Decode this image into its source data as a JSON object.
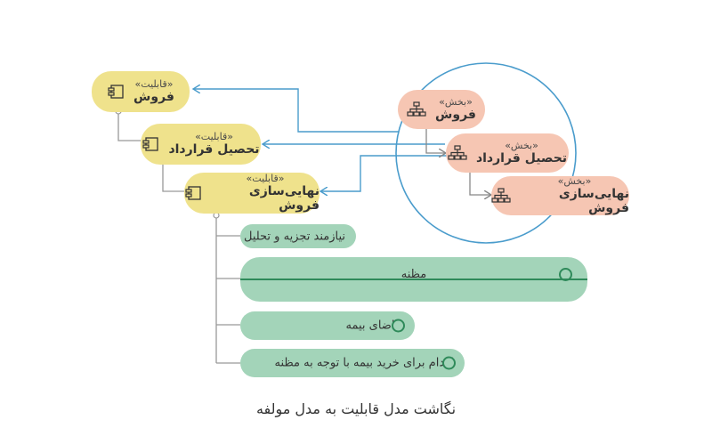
{
  "capabilities": [
    {
      "stereotype": "«قابلیت»",
      "name": "فروش"
    },
    {
      "stereotype": "«قابلیت»",
      "name": "تحصیل قرارداد"
    },
    {
      "stereotype": "«قابلیت»",
      "name": "نهایی‌سازی فروش"
    }
  ],
  "sections": [
    {
      "stereotype": "«بخش»",
      "name": "فروش"
    },
    {
      "stereotype": "«بخش»",
      "name": "تحصیل قرارداد"
    },
    {
      "stereotype": "«بخش»",
      "name": "نهایی‌سازی فروش"
    }
  ],
  "processes": [
    {
      "label": "نیازمند تجزیه و تحلیل"
    },
    {
      "label": "مظنه"
    },
    {
      "label": "تقاضای بیمه"
    },
    {
      "label": "اقدام برای خرید بیمه با توجه به مظنه"
    }
  ],
  "caption": "نگاشت مدل قابلیت به مدل مولفه",
  "colors": {
    "capability": "#efe28c",
    "section": "#f6c6b3",
    "process": "#a3d4b9",
    "process_accent": "#2f8a5a",
    "arrow": "#4a9ccc",
    "connector": "#999999"
  },
  "icons": {
    "capability": "component-icon",
    "section": "org-chart-icon",
    "process": "event-circle-icon"
  }
}
